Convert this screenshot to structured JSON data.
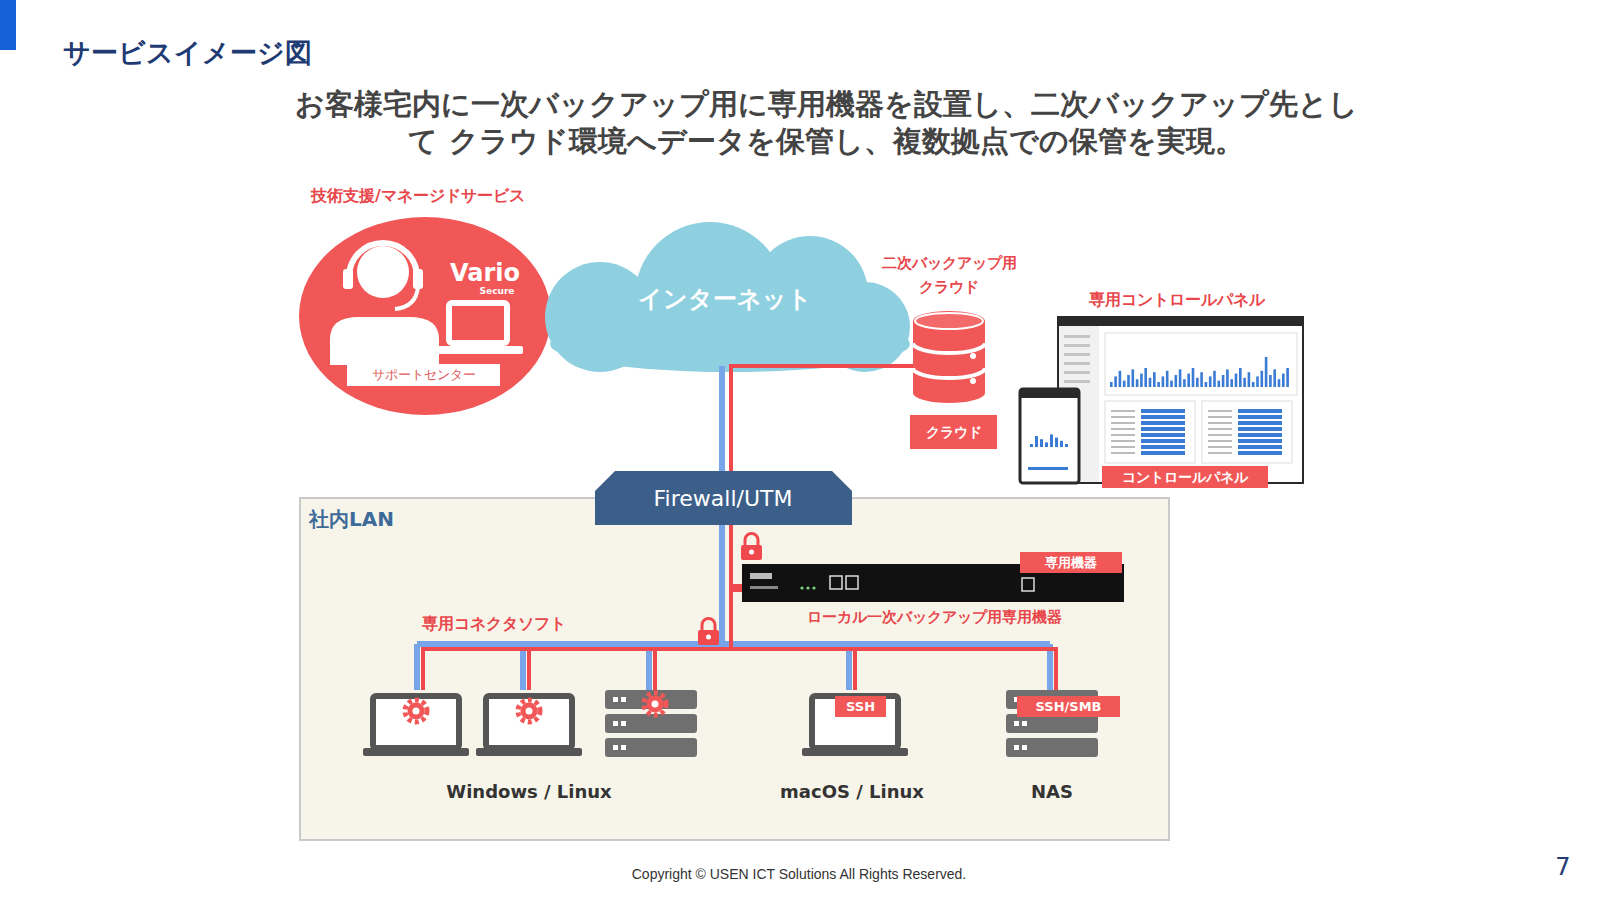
{
  "diagram": {
    "title": "サービスイメージ図",
    "nodes": [
      {
        "text": [
          "技術支援/マネージドサービス",
          "Vario",
          "Secure",
          "サポートセンター"
        ]
      },
      {
        "text": [
          "インターネット"
        ]
      },
      {
        "text": [
          "二次バックアップ用 クラウド",
          "クラウド"
        ]
      },
      {
        "text": [
          "専用コントロールパネル",
          "コントロールパネル"
        ]
      },
      {
        "text": [
          "Firewall/UTM"
        ]
      },
      {
        "text": [
          "社内LAN"
        ]
      },
      {
        "text": [
          "専用機器",
          "ローカル一次バックアップ用専用機器"
        ],
        "in": 5
      },
      {
        "text": [
          "専用コネクタソフト",
          "Windows / Linux"
        ],
        "in": 5
      },
      {
        "text": [
          "SSH",
          "macOS / Linux"
        ],
        "in": 5
      },
      {
        "text": [
          "SSH/SMB",
          "NAS"
        ],
        "in": 5
      }
    ],
    "edges": [
      {
        "from": 4,
        "to": 1,
        "arrow": "none"
      },
      {
        "from": 4,
        "to": 2,
        "arrow": "none"
      },
      {
        "from": 4,
        "to": 6,
        "arrow": "none"
      },
      {
        "from": 6,
        "to": 7,
        "arrow": "none"
      },
      {
        "from": 6,
        "to": 8,
        "arrow": "none"
      },
      {
        "from": 6,
        "to": 9,
        "arrow": "none"
      }
    ],
    "labels": [
      "お客様宅内に一次バックアップ用に専用機器を設置し、二次バックアップ先として クラウド環境へデータを保管し、複数拠点での保管を実現。",
      "Copyright © USEN ICT Solutions All Rights Reserved.",
      "7"
    ]
  }
}
